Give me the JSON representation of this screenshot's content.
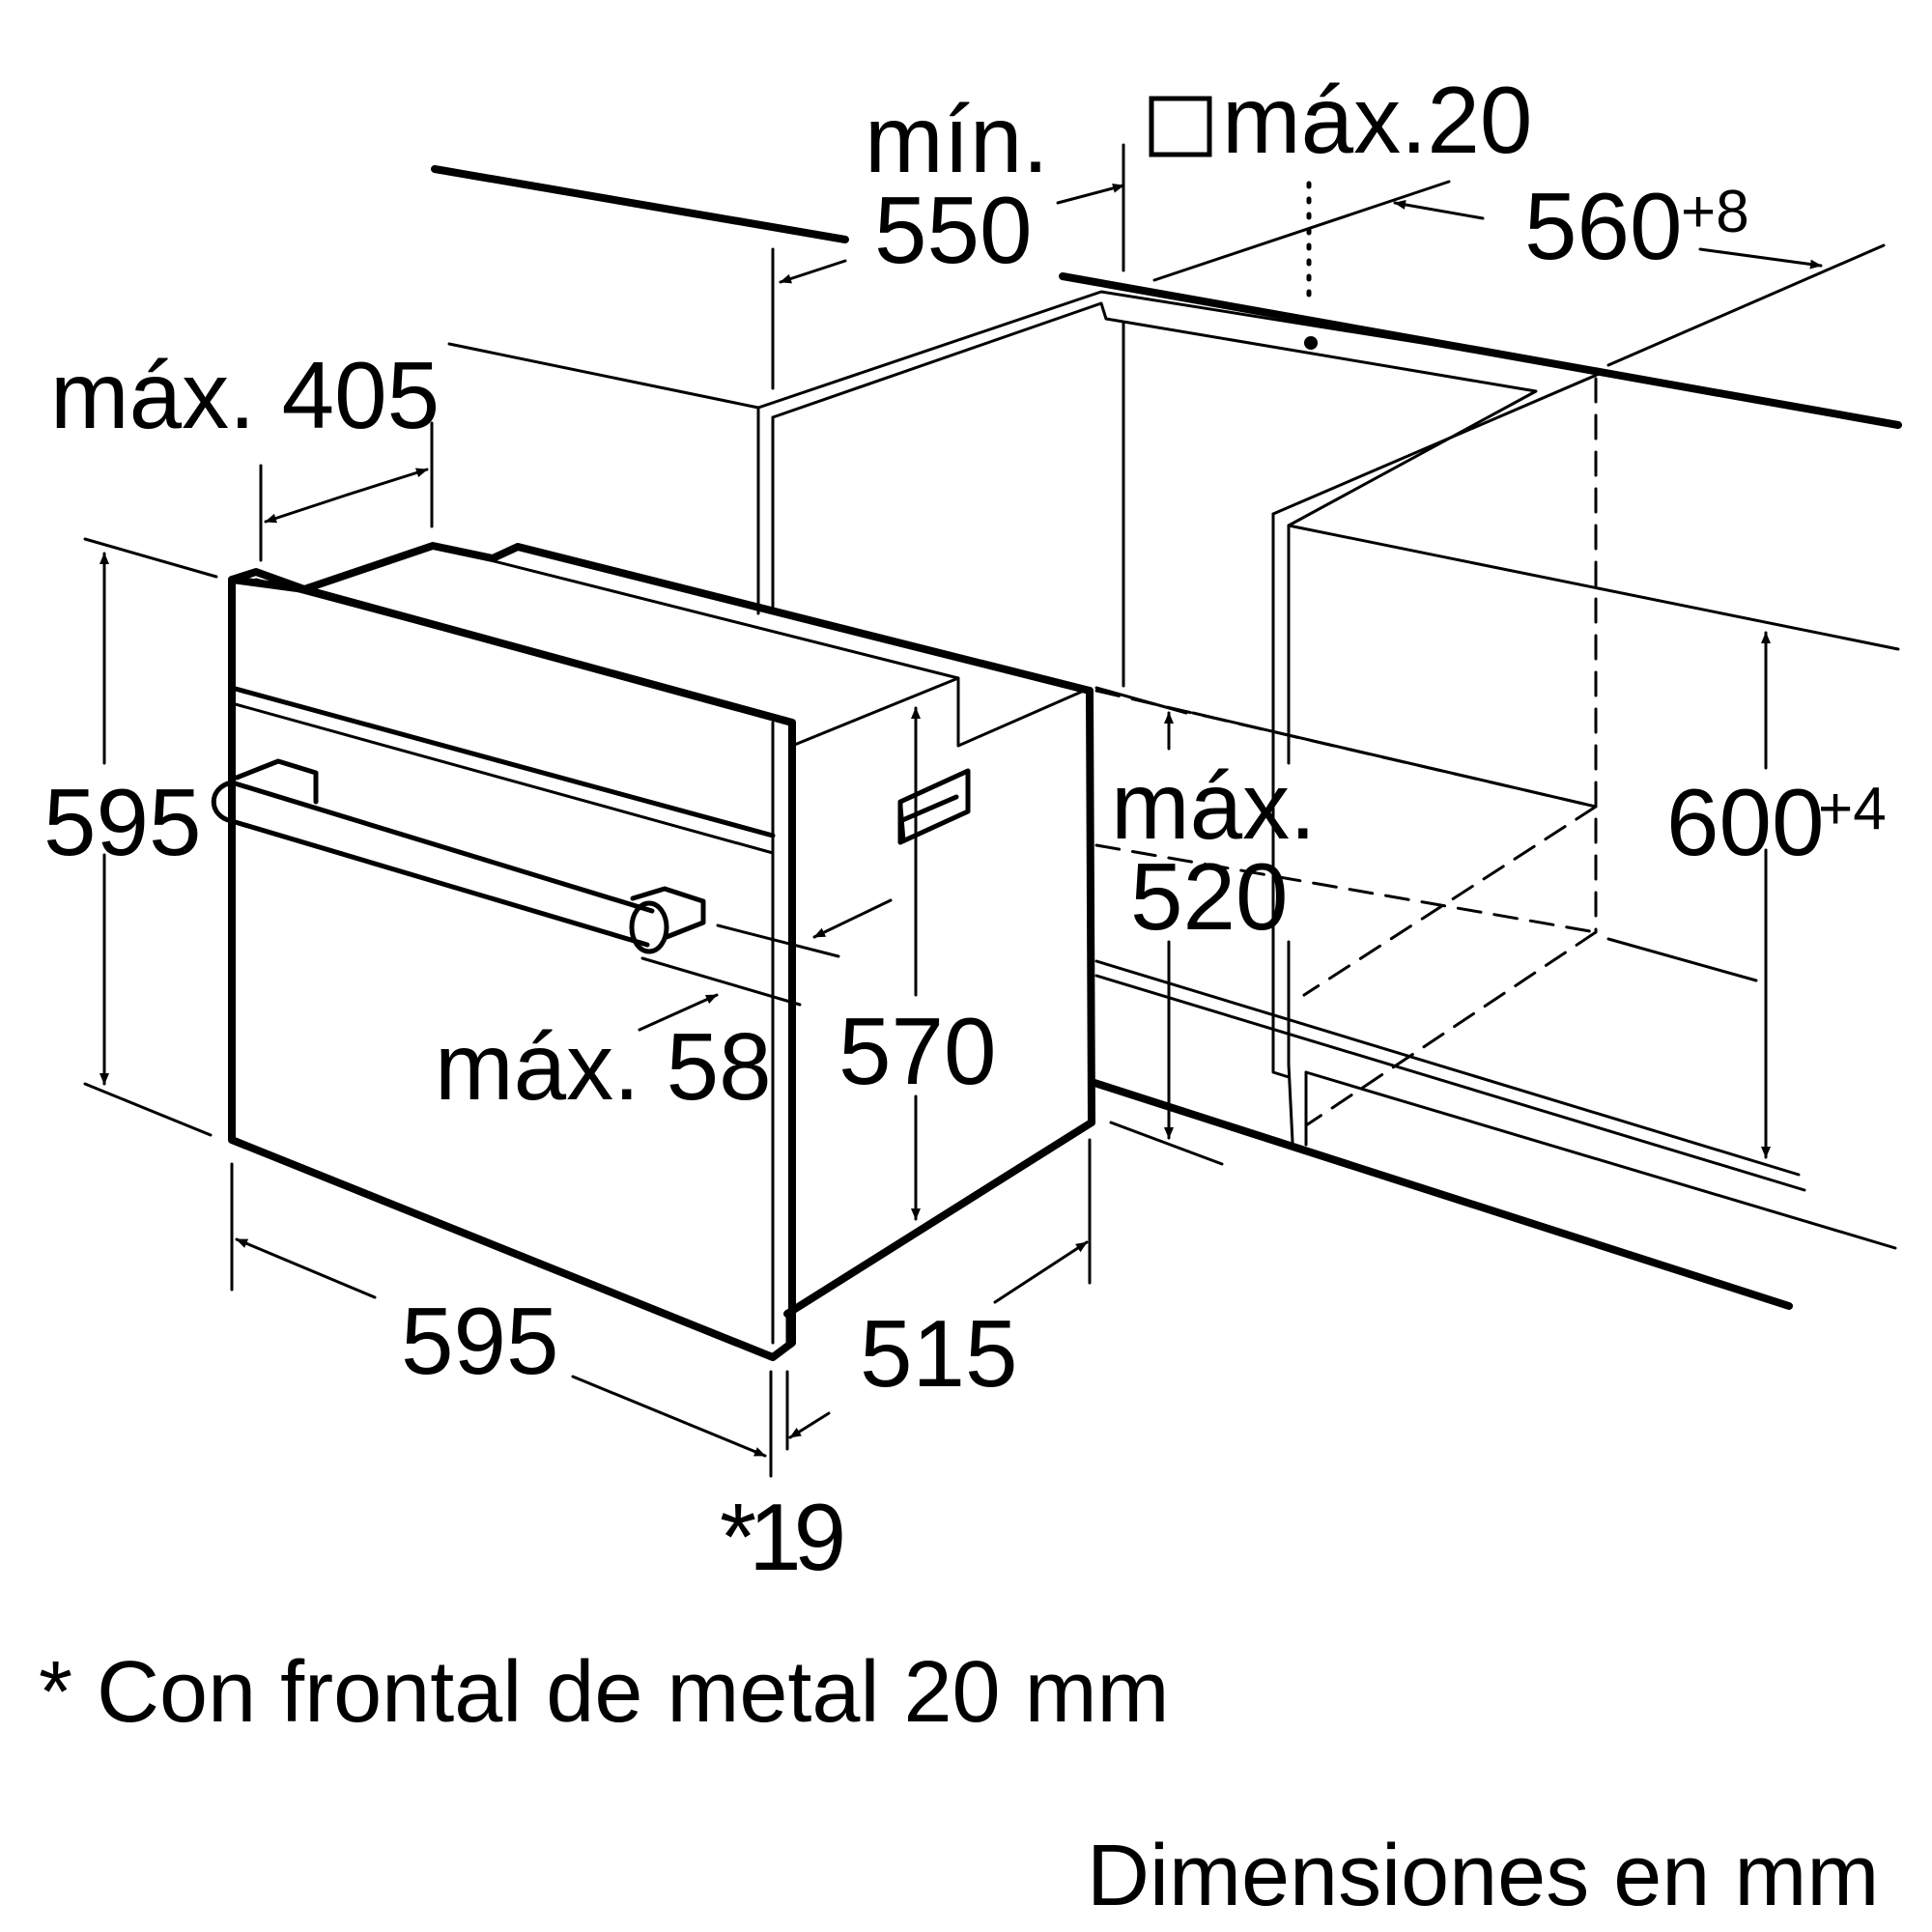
{
  "dimensions": {
    "min_label": "mín.",
    "min_value": "550",
    "max_20": "máx.20",
    "val_560": "560",
    "sup_560": "+8",
    "max_405": "máx. 405",
    "left_595": "595",
    "max_label": "máx.",
    "max_520_value": "520",
    "val_600": "600",
    "sup_600": "+4",
    "max_58": "máx. 58",
    "val_570": "570",
    "bottom_595": "595",
    "val_515": "515",
    "star_19": "*19"
  },
  "footnote": "* Con frontal de metal 20 mm",
  "units_caption": "Dimensiones en mm"
}
